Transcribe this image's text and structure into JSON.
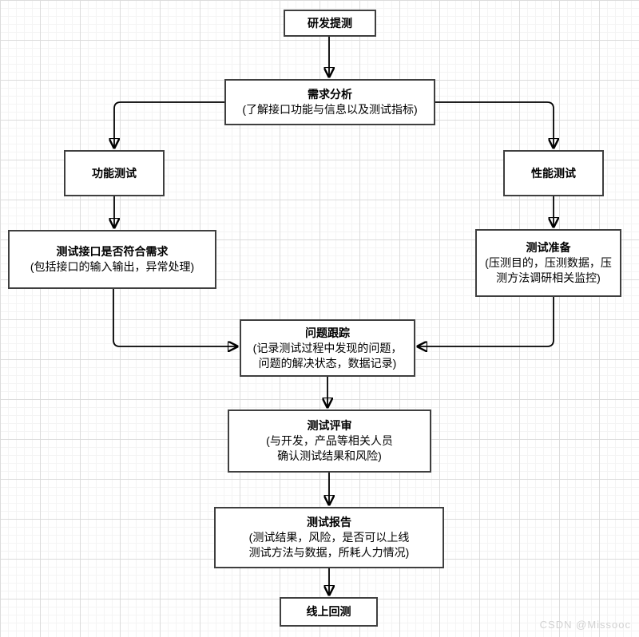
{
  "diagram": {
    "title_semantic": "interface-testing-process-flowchart",
    "line_color": "#000000",
    "box_border_color": "#3f3f3f",
    "box_fill_color": "#ffffff",
    "grid_minor_color": "#f4f4f4",
    "grid_major_color": "#dcdcdc"
  },
  "nodes": {
    "dev_submit": {
      "title": "研发提测"
    },
    "req_analysis": {
      "title": "需求分析",
      "subtitle": "(了解接口功能与信息以及测试指标)"
    },
    "func_test": {
      "title": "功能测试"
    },
    "perf_test": {
      "title": "性能测试"
    },
    "api_check": {
      "title": "测试接口是否符合需求",
      "subtitle": "(包括接口的输入输出，异常处理)"
    },
    "test_prep": {
      "title": "测试准备",
      "subtitle": "(压测目的，压测数据，压\n测方法调研相关监控)"
    },
    "issue_track": {
      "title": "问题跟踪",
      "subtitle": "(记录测试过程中发现的问题，\n问题的解决状态，数据记录)"
    },
    "test_review": {
      "title": "测试评审",
      "subtitle": "(与开发，产品等相关人员\n确认测试结果和风险)"
    },
    "test_report": {
      "title": "测试报告",
      "subtitle": "(测试结果，风险，是否可以上线\n测试方法与数据，所耗人力情况)"
    },
    "online_backtest": {
      "title": "线上回测"
    }
  },
  "watermark": {
    "text": "CSDN @Missooc"
  }
}
